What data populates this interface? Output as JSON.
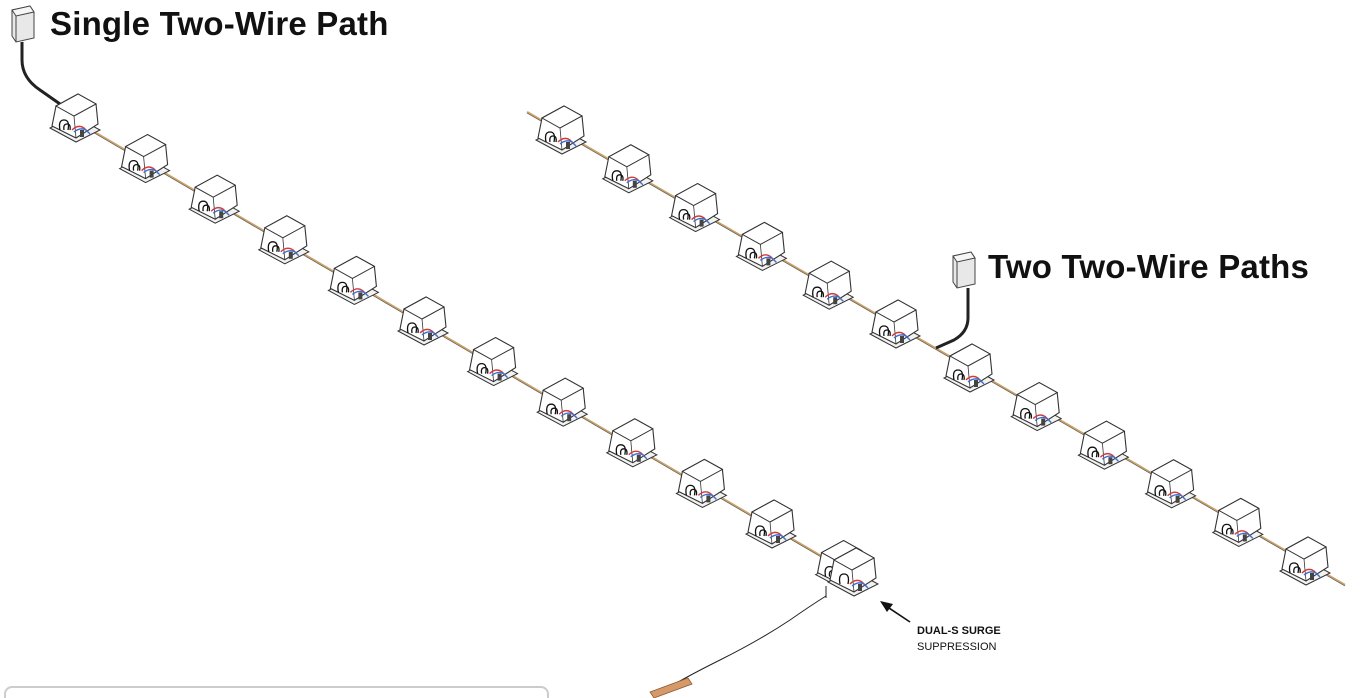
{
  "diagram": {
    "title_single": "Single Two-Wire Path",
    "title_two": "Two Two-Wire Paths",
    "callout_bold": "DUAL-S SURGE",
    "callout_regular": "SUPPRESSION"
  },
  "colors": {
    "wire_main": "#c9a26a",
    "wire_dark": "#4a4a4a",
    "wire_red": "#d23a3a",
    "wire_blue": "#3a6fd2",
    "box_stroke": "#333333",
    "box_fill": "#ffffff",
    "ground_rod": "#d69a6a",
    "panel_border": "#cccccc"
  },
  "icons": {
    "controller": "controller-icon",
    "valve_box": "valve-box-icon",
    "ground_rod": "ground-rod-icon",
    "arrow": "arrow-icon"
  }
}
